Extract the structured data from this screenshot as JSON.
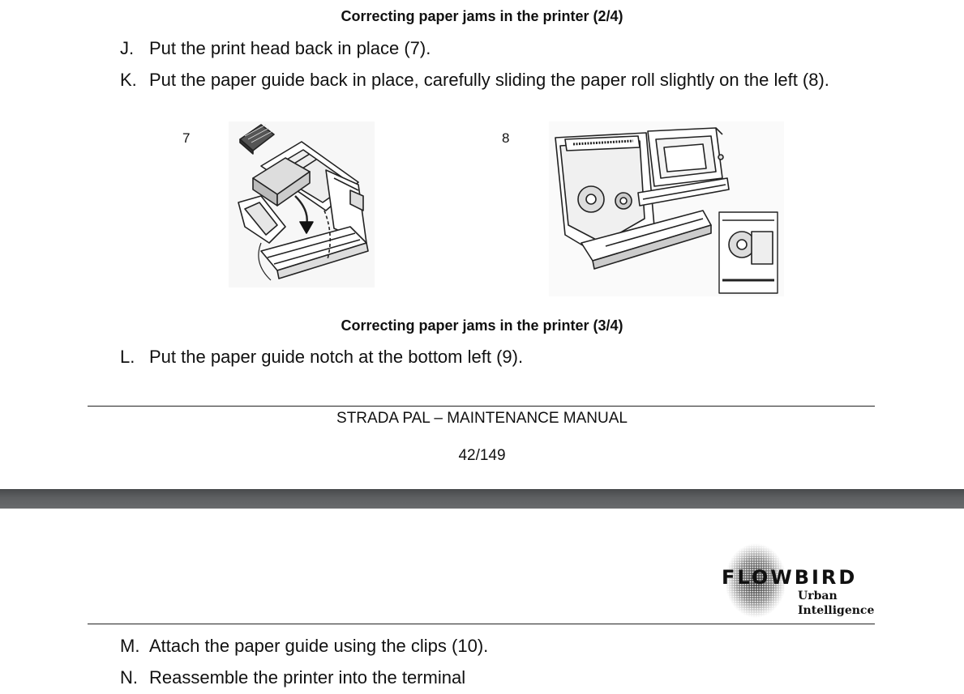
{
  "page1": {
    "section_title_1": "Correcting paper jams in the printer (2/4)",
    "steps_1": [
      {
        "letter": "J.",
        "text": "Put the print head back in place (7)."
      },
      {
        "letter": "K.",
        "text": "Put the paper guide back in place, carefully sliding the paper roll slightly on the left (8)."
      }
    ],
    "figures": [
      {
        "number": "7",
        "icon": "print-head-reinstall-illustration"
      },
      {
        "number": "8",
        "icon": "paper-guide-reinstall-illustration"
      }
    ],
    "section_title_2": "Correcting paper jams in the printer (3/4)",
    "steps_2": [
      {
        "letter": "L.",
        "text": "Put the paper guide notch at the bottom left (9)."
      }
    ],
    "footer": {
      "manual_title": "STRADA PAL – MAINTENANCE MANUAL",
      "page_number": "42/149"
    }
  },
  "page2": {
    "logo": {
      "brand": "FLOWBIRD",
      "tagline_1": "Urban",
      "tagline_2": "Intelligence"
    },
    "steps": [
      {
        "letter": "M.",
        "text": "Attach the paper guide using the clips (10)."
      },
      {
        "letter": "N.",
        "text": "Reassemble the printer into the terminal"
      }
    ]
  },
  "colors": {
    "page_background": "#ffffff",
    "separator": "#5d5f61",
    "text": "#111111"
  }
}
